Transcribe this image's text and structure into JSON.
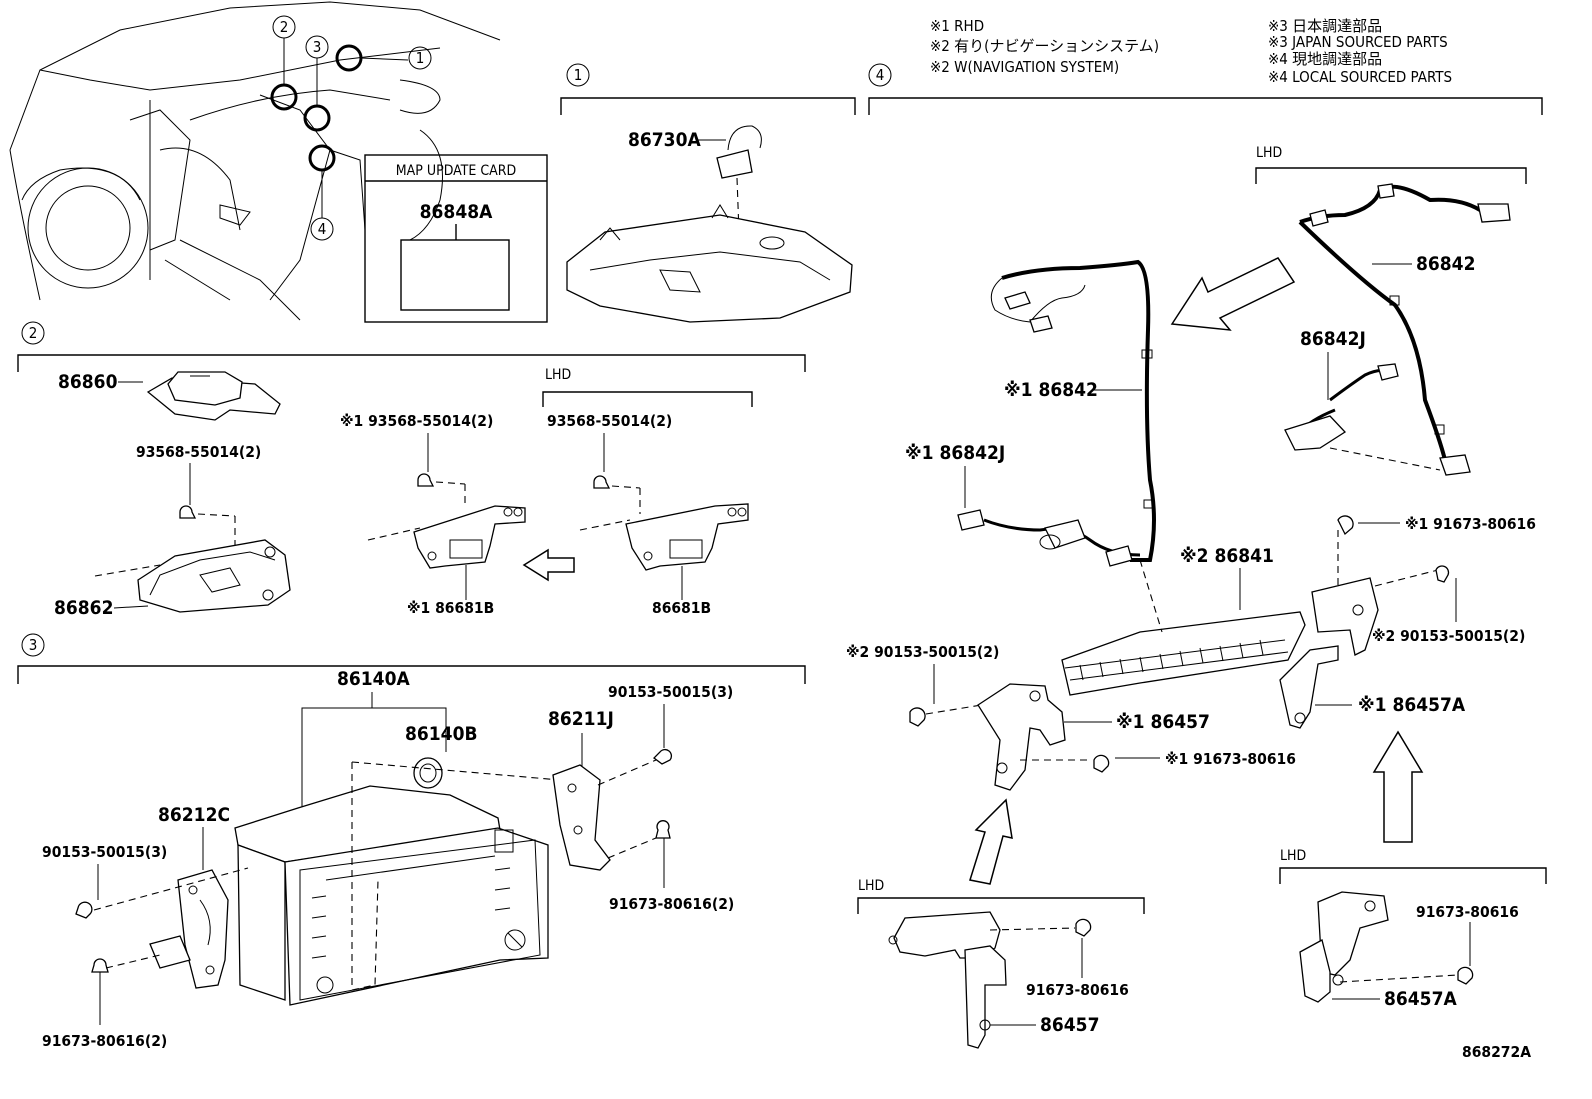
{
  "notes": {
    "n1": "※1 RHD",
    "n2a": "※2 有り(ナビゲーションシステム)",
    "n2b": "※2 W(NAVIGATION SYSTEM)",
    "n3a": "※3 日本調達部品",
    "n3b": "※3 JAPAN SOURCED PARTS",
    "n4a": "※4 現地調達部品",
    "n4b": "※4 LOCAL SOURCED PARTS"
  },
  "callouts": {
    "c1": "1",
    "c2": "2",
    "c3": "3",
    "c4": "4"
  },
  "map_card": {
    "title": "MAP UPDATE CARD",
    "part": "86848A"
  },
  "lhd": "LHD",
  "parts": {
    "p86730A": "86730A",
    "p86860": "86860",
    "p93568_a": "93568-55014(2)",
    "p86862": "86862",
    "p93568_b": "※1 93568-55014(2)",
    "p86681B_rhd": "※1 86681B",
    "p93568_c": "93568-55014(2)",
    "p86681B": "86681B",
    "p86140A": "86140A",
    "p86140B": "86140B",
    "p86211J": "86211J",
    "p90153_3a": "90153-50015(3)",
    "p86212C": "86212C",
    "p90153_3b": "90153-50015(3)",
    "p91673_2a": "91673-80616(2)",
    "p91673_2b": "91673-80616(2)",
    "p86842_rhd": "※1 86842",
    "p86842J_rhd": "※1 86842J",
    "p86842": "86842",
    "p86842J": "86842J",
    "p86841": "※2 86841",
    "p91673_r1": "※1 91673-80616",
    "p90153_r1": "※2 90153-50015(2)",
    "p90153_l1": "※2 90153-50015(2)",
    "p86457_rhd": "※1 86457",
    "p91673_r2": "※1 91673-80616",
    "p86457A_rhd": "※1 86457A",
    "p91673_b1": "91673-80616",
    "p86457": "86457",
    "p91673_b2": "91673-80616",
    "p86457A": "86457A"
  },
  "diagram_id": "868272A"
}
